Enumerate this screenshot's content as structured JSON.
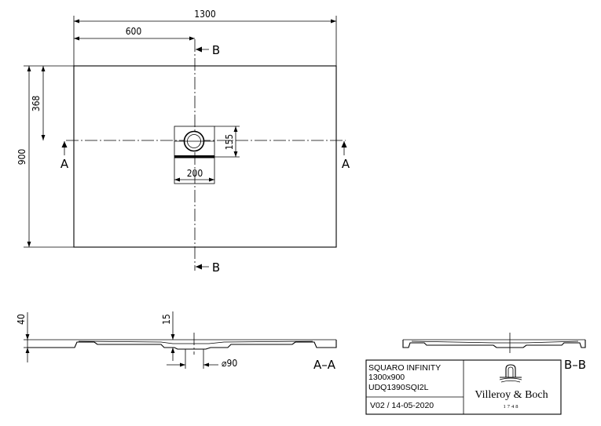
{
  "dimensions": {
    "overall_width": "1300",
    "drain_offset_x": "600",
    "overall_depth": "900",
    "drain_offset_y": "368",
    "drain_box_height": "155",
    "drain_box_width": "200",
    "profile_height": "40",
    "drain_depth": "15",
    "drain_diameter": "⌀90"
  },
  "section_markers": {
    "a_left": "A",
    "a_right": "A",
    "b_top": "B",
    "b_bottom": "B",
    "view_aa": "A–A",
    "view_bb": "B–B"
  },
  "title_block": {
    "product_name": "SQUARO INFINITY",
    "size": "1300x900",
    "article_code": "UDQ1390SQI2L",
    "version": "V02 / 14-05-2020",
    "brand_name": "Villeroy & Boch",
    "brand_year": "1748"
  }
}
